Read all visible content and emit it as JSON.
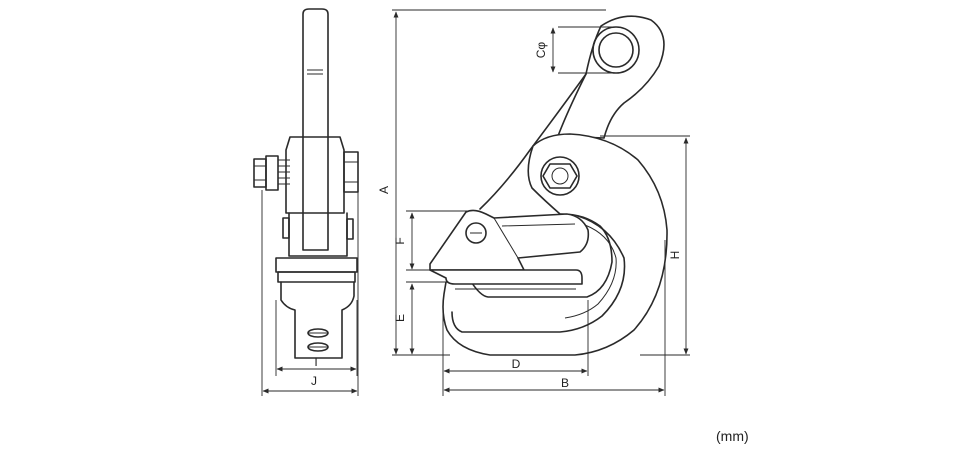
{
  "dimensions": {
    "A": "A",
    "B": "B",
    "C": "Cφ",
    "D": "D",
    "E": "E",
    "F": "F",
    "H": "H",
    "I": "I",
    "J": "J"
  },
  "unit": "(mm)"
}
